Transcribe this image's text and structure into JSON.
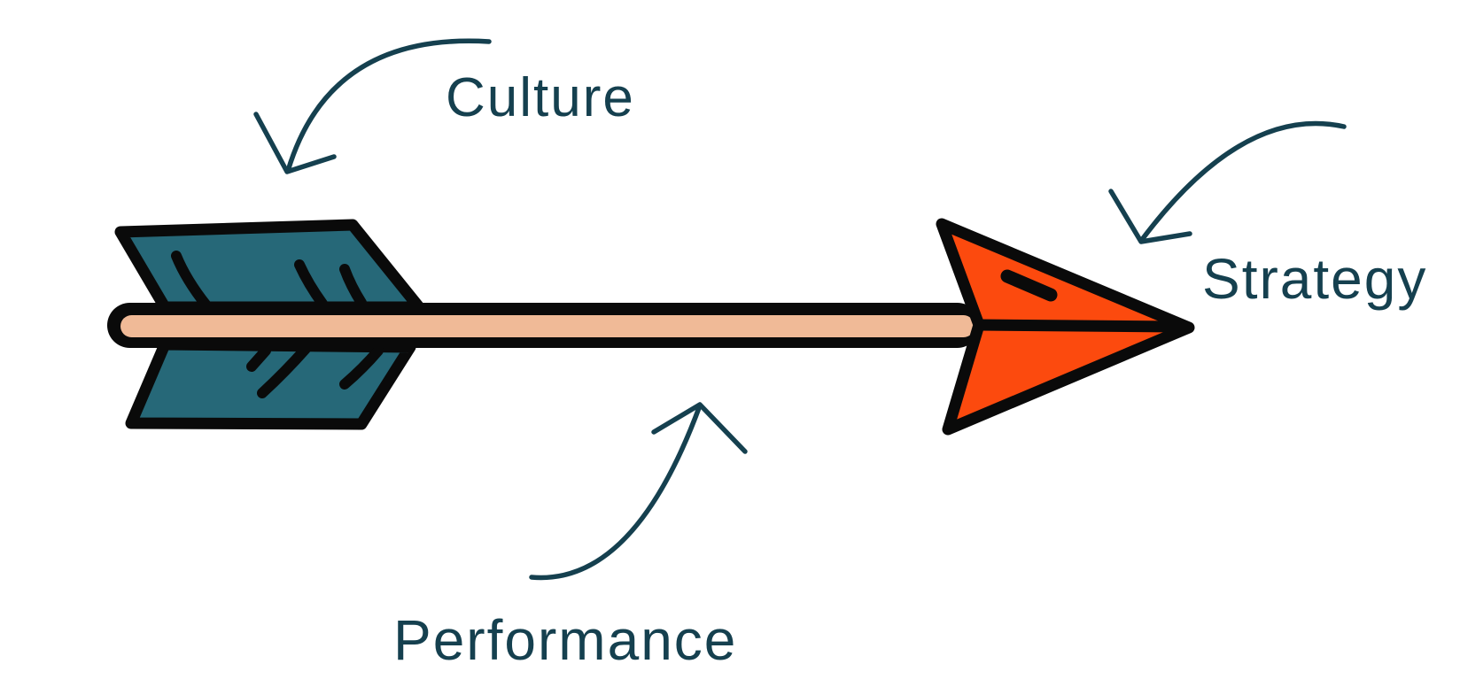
{
  "diagram": {
    "labels": {
      "culture": "Culture",
      "performance": "Performance",
      "strategy": "Strategy"
    },
    "colors": {
      "fletching_teal": "#266878",
      "shaft_peach": "#f0ba97",
      "arrowhead_orange": "#fc4a0e",
      "outline_black": "#0a0a0a",
      "annotation_teal": "#15404f",
      "label_text": "#15404f",
      "background": "#ffffff"
    },
    "icons": {
      "fletching": "arrow-fletching-icon (teal feathers = Culture)",
      "shaft": "arrow-shaft-icon (peach shaft = Performance)",
      "arrowhead": "arrowhead-icon (orange tip = Strategy)",
      "annotations": "hand-drawn-curved-arrow-icons pointing to each part"
    }
  }
}
